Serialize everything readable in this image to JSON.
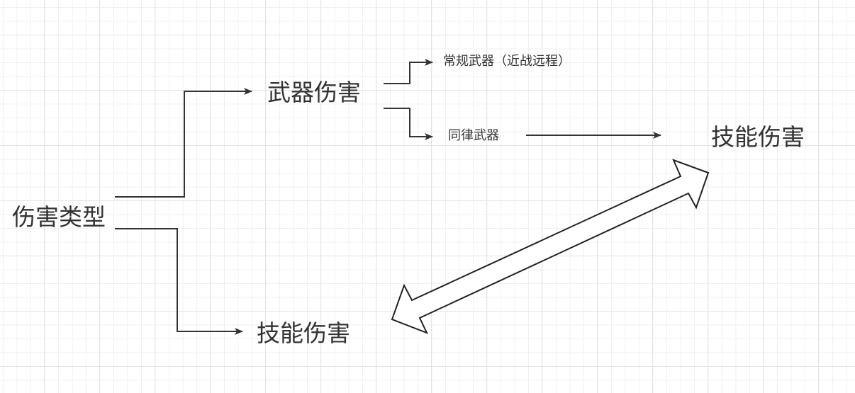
{
  "diagram": {
    "root": {
      "label": "伤害类型"
    },
    "branches": [
      {
        "label": "武器伤害",
        "children": [
          {
            "label": "常规武器（近战远程）"
          },
          {
            "label": "同律武器"
          }
        ]
      },
      {
        "label": "技能伤害"
      }
    ],
    "target": {
      "label": "技能伤害"
    },
    "edges": [
      {
        "from": "伤害类型",
        "to": "武器伤害",
        "type": "elbow-arrow"
      },
      {
        "from": "伤害类型",
        "to": "技能伤害",
        "type": "elbow-arrow"
      },
      {
        "from": "武器伤害",
        "to": "常规武器（近战远程）",
        "type": "elbow-arrow"
      },
      {
        "from": "武器伤害",
        "to": "同律武器",
        "type": "elbow-arrow"
      },
      {
        "from": "同律武器",
        "to": "技能伤害",
        "type": "straight-arrow"
      },
      {
        "from": "技能伤害",
        "to": "技能伤害",
        "type": "double-block-arrow"
      }
    ],
    "colors": {
      "stroke": "#333333",
      "text": "#333333",
      "grid": "#e4e4e4"
    }
  }
}
